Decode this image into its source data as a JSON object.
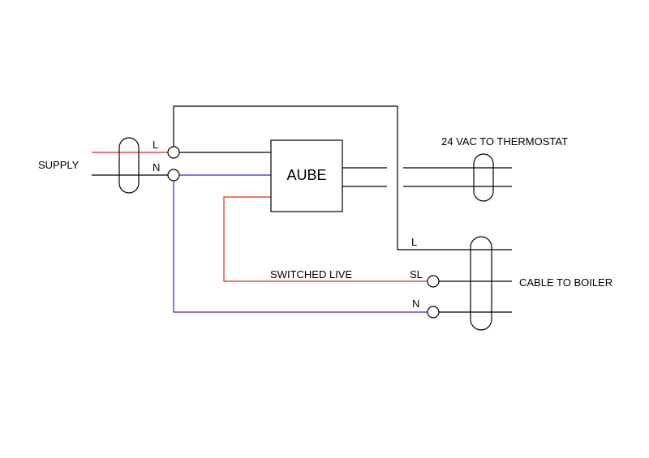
{
  "labels": {
    "supply": "SUPPLY",
    "terminal_l": "L",
    "terminal_n": "N",
    "aube": "AUBE",
    "thermostat": "24 VAC TO THERMOSTAT",
    "boiler_l": "L",
    "boiler_sl": "SL",
    "boiler_n": "N",
    "switched_live": "SWITCHED LIVE",
    "cable_to_boiler": "CABLE TO BOILER"
  },
  "colors": {
    "live": "#e1281e",
    "neutral": "#4b1ccc",
    "line": "#000000"
  }
}
